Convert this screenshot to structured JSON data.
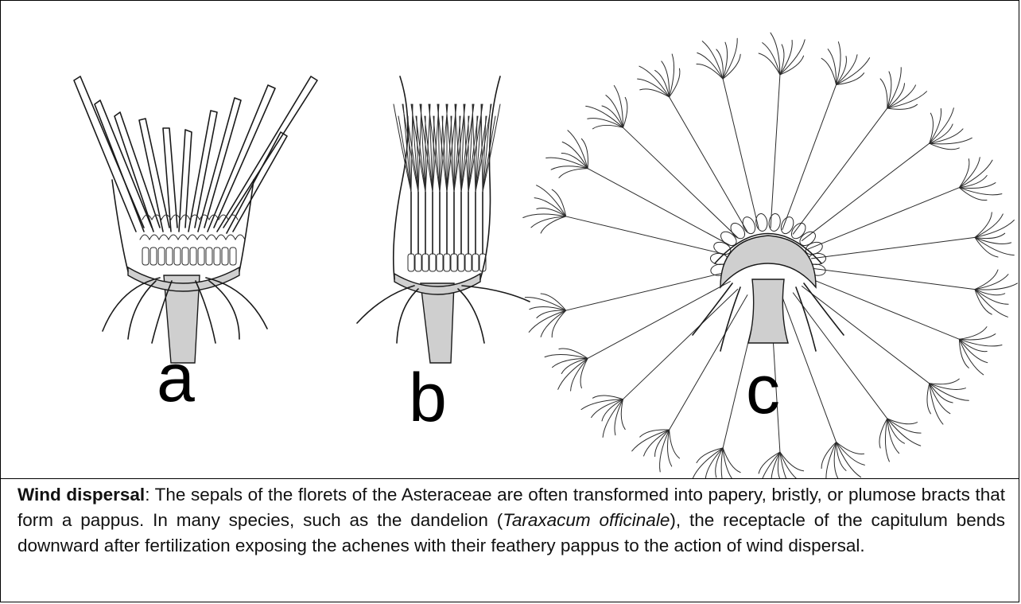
{
  "figure": {
    "panels": [
      {
        "id": "a",
        "label": "a",
        "icon": "asteraceae-capitulum-flowering"
      },
      {
        "id": "b",
        "label": "b",
        "icon": "asteraceae-capitulum-pappus-closed"
      },
      {
        "id": "c",
        "label": "c",
        "icon": "dandelion-seed-head-open"
      }
    ]
  },
  "caption": {
    "lead": "Wind dispersal",
    "text_1": ": The sepals of the florets of the Asteraceae are often transformed into papery, bristly, or plumose bracts that form a pappus. In many species, such as the dandelion (",
    "species": "Taraxacum officinale",
    "text_2": "), the receptacle of the capitulum bends downward after fertilization exposing the achenes with their feathery pappus to the action of wind dispersal."
  }
}
